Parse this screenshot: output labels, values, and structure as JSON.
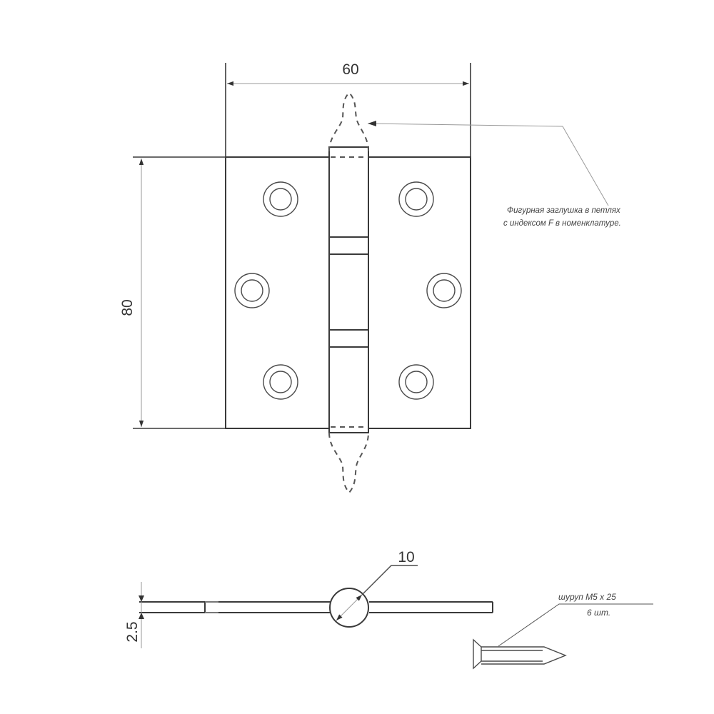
{
  "drawing": {
    "title": "Hinge technical drawing",
    "dimensions": {
      "width": "60",
      "height": "80",
      "knuckle_diameter": "10",
      "leaf_thickness": "2.5"
    },
    "notes": {
      "finial_line1": "Фигурная заглушка в петлях",
      "finial_line2": "с индексом F в номенклатуре.",
      "screw_line1": "шуруп М5 х 25",
      "screw_line2": "6 шт."
    },
    "colors": {
      "stroke": "#3a3a3a",
      "dim_line": "#9a9a9a",
      "text": "#333333",
      "background": "#ffffff"
    }
  }
}
